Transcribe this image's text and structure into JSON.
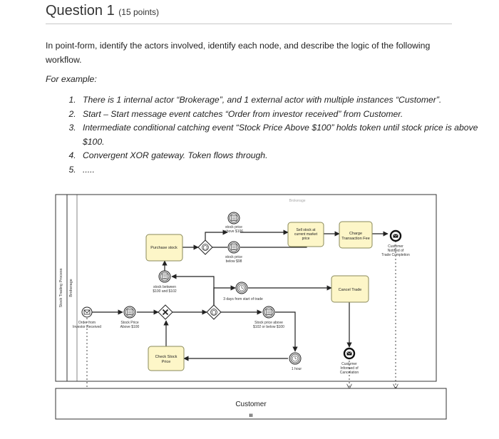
{
  "question": {
    "title": "Question 1",
    "points": "(15 points)",
    "prompt": "In point-form, identify the actors involved, identify each node, and describe the logic of the following workflow.",
    "example_label": "For example:",
    "steps": [
      "There is 1 internal actor “Brokerage”, and 1 external actor with multiple instances “Customer”.",
      "Start – Start message event catches “Order from investor received” from Customer.",
      "Intermediate conditional catching event “Stock Price Above $100” holds token until stock price is above $100.",
      "Convergent XOR gateway. Token flows through.",
      "....."
    ]
  },
  "diagram": {
    "pool_label": "Stock Trading Process",
    "lane_label": "Brokerage",
    "lane_header": "Brokerage",
    "customer_pool_label": "Customer",
    "customer_multi_marker": "III",
    "start_event": [
      "Order from",
      "Investor Received"
    ],
    "cond_above_100": [
      "Stock Price",
      "Above $100"
    ],
    "check_stock_price": [
      "Check Stock",
      "Price"
    ],
    "purchase_stock": "Purchase stock",
    "cond_between": [
      "stock between",
      "$100 and $102"
    ],
    "cond_above_106": [
      "stock price",
      "above $106"
    ],
    "cond_below_98": [
      "stock price",
      "below $98"
    ],
    "sell_stock": [
      "Sell stock at",
      "current market",
      "price"
    ],
    "charge_fee": [
      "Charge",
      "Transaction Fee"
    ],
    "end_completion": [
      "Customer",
      "Notified of",
      "Trade Completion"
    ],
    "timer_3_days": "3 days from start of trade",
    "cond_102_100": [
      "Stock price above",
      "$102 or below $100"
    ],
    "timer_1_hour": "1 hour",
    "cancel_trade": "Cancel Trade",
    "end_cancel": [
      "Customer",
      "Informed of",
      "Cancelation"
    ],
    "colors": {
      "task_fill": "#fdf6c8",
      "task_stroke": "#8a8a5a",
      "line": "#222222"
    }
  }
}
